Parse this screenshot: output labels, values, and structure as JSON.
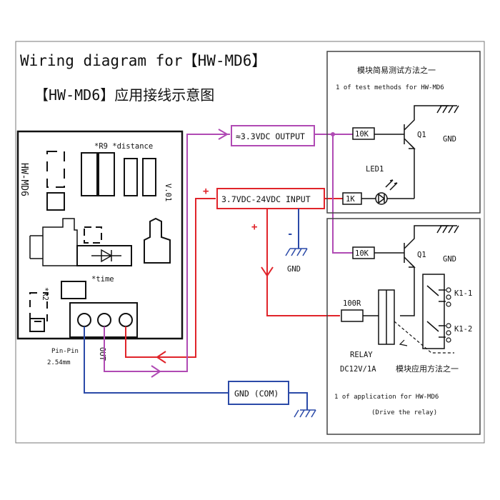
{
  "title": {
    "en": "Wiring diagram for【HW-MD6】",
    "cn": "【HW-MD6】应用接线示意图"
  },
  "module": {
    "name": "HW-MD6",
    "version": "V.01",
    "r9_label": "*R9 *distance",
    "time_label": "*time",
    "r2_label": "*R2",
    "pin_label": "Pin-Pin",
    "pin_pitch": "2.54mm",
    "out_label": "OUT"
  },
  "boxes": {
    "output": "≈3.3VDC OUTPUT",
    "input": "3.7VDC-24VDC INPUT",
    "gnd": "GND (COM)"
  },
  "signs": {
    "plus": "+",
    "minus": "-"
  },
  "gnd_label": "GND",
  "test_panel": {
    "title_cn": "模块简易测试方法之一",
    "title_en": "1 of test methods for HW-MD6",
    "resistor1": "10K",
    "resistor2": "1K",
    "transistor": "Q1",
    "led": "LED1",
    "gnd": "GND"
  },
  "relay_panel": {
    "resistor1": "10K",
    "resistor2": "100R",
    "transistor": "Q1",
    "gnd": "GND",
    "k1": "K1-1",
    "k2": "K1-2",
    "relay_label": "RELAY",
    "relay_spec": "DC12V/1A",
    "app_cn": "模块应用方法之一",
    "app_en": "1 of application for HW-MD6",
    "app_en2": "(Drive the relay)"
  },
  "colors": {
    "red": "#e0242a",
    "purple": "#b04ab4",
    "blue": "#2b4aa8",
    "black": "#111111"
  }
}
